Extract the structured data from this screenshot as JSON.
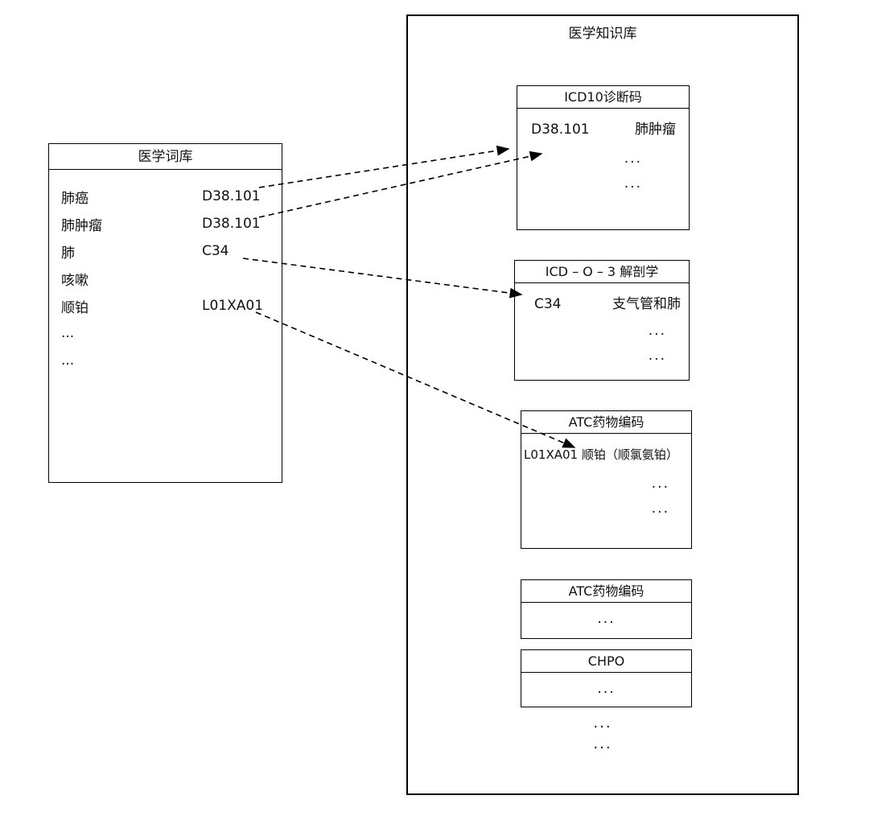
{
  "vocab": {
    "title": "医学词库",
    "rows": [
      {
        "term": "肺癌",
        "code": "D38.101"
      },
      {
        "term": "肺肿瘤",
        "code": "D38.101"
      },
      {
        "term": "肺",
        "code": "C34"
      },
      {
        "term": "咳嗽",
        "code": ""
      },
      {
        "term": "顺铂",
        "code": "L01XA01"
      },
      {
        "term": "...",
        "code": ""
      },
      {
        "term": "...",
        "code": ""
      }
    ]
  },
  "kb": {
    "title": "医学知识库",
    "icd10": {
      "title": "ICD10诊断码",
      "rows": [
        {
          "code": "D38.101",
          "label": "肺肿瘤"
        },
        {
          "code": "",
          "label": "..."
        },
        {
          "code": "",
          "label": "..."
        }
      ]
    },
    "icdo3": {
      "title": "ICD – O – 3 解剖学",
      "rows": [
        {
          "code": "C34",
          "label": "支气管和肺"
        },
        {
          "code": "",
          "label": "..."
        },
        {
          "code": "",
          "label": "..."
        }
      ]
    },
    "atc1": {
      "title": "ATC药物编码",
      "rows": [
        {
          "entry": "L01XA01 顺铂（顺氯氨铂）"
        },
        {
          "entry": "..."
        },
        {
          "entry": "..."
        }
      ]
    },
    "atc2": {
      "title": "ATC药物编码",
      "rows": [
        {
          "entry": "..."
        }
      ]
    },
    "chpo": {
      "title": "CHPO",
      "rows": [
        {
          "entry": "..."
        }
      ]
    },
    "bottom_dots": {
      "first": "...",
      "second": "..."
    }
  }
}
